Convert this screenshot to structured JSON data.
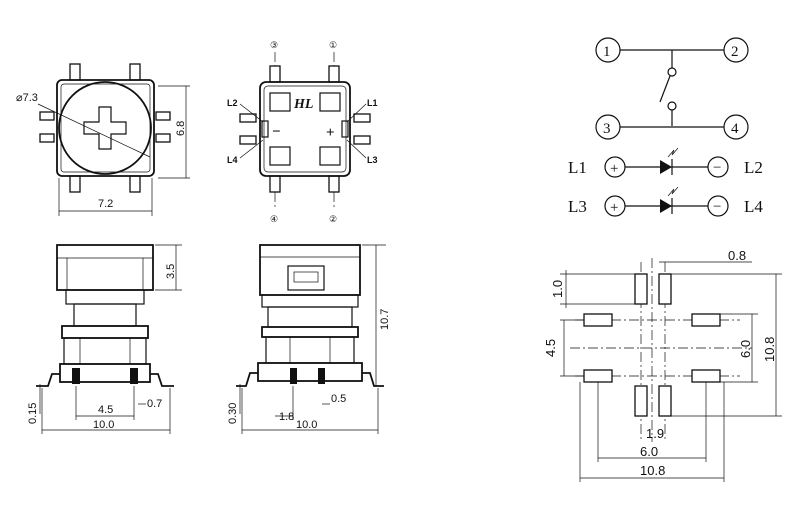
{
  "top_view": {
    "diameter": "⌀7.3",
    "width": "7.2",
    "height": "6.8"
  },
  "led_view": {
    "pin1": "①",
    "pin2": "②",
    "pin3": "③",
    "pin4": "④",
    "l1": "L1",
    "l2": "L2",
    "l3": "L3",
    "l4": "L4",
    "minus": "−",
    "plus": "+",
    "logo": "HL"
  },
  "side_view_a": {
    "cap_height": "3.5",
    "lead_thickness": "0.15",
    "pitch": "4.5",
    "lead_width": "0.7",
    "overall": "10.0"
  },
  "side_view_b": {
    "total_height": "10.7",
    "lead_thickness": "0.30",
    "offset": "1.8",
    "lead_width": "0.5",
    "overall": "10.0"
  },
  "schematic": {
    "pin1": "1",
    "pin2": "2",
    "pin3": "3",
    "pin4": "4",
    "l1": "L1",
    "l2": "L2",
    "l3": "L3",
    "l4": "L4",
    "plus": "+",
    "minus": "−"
  },
  "footprint": {
    "pad_width": "0.8",
    "pad_gap": "1.0",
    "row_pitch": "4.5",
    "inner_span": "6.0",
    "outer_span": "10.8",
    "center_gap": "1.9",
    "bottom_inner": "6.0",
    "bottom_outer": "10.8"
  }
}
